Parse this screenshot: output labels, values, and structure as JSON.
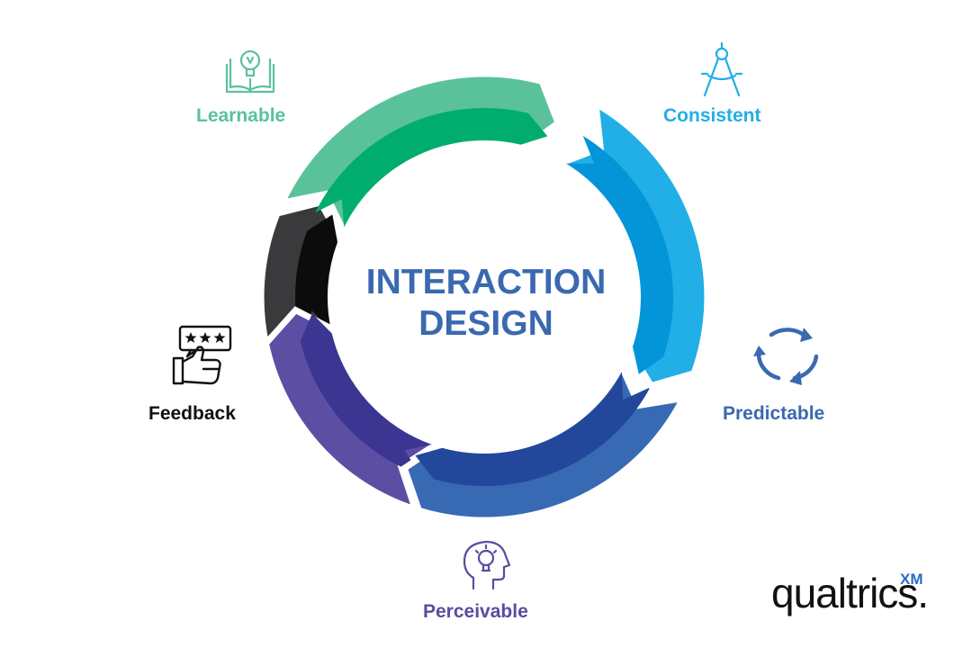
{
  "diagram": {
    "center_line1": "INTERACTION",
    "center_line2": "DESIGN",
    "center_color": "#3a69b0",
    "stages": [
      {
        "key": "learnable",
        "label": "Learnable",
        "icon": "book-lightbulb-icon",
        "color": "#5ac29b",
        "light": "#5ac29b",
        "dark": "#00ad6f"
      },
      {
        "key": "consistent",
        "label": "Consistent",
        "icon": "compass-icon",
        "color": "#22aee6",
        "light": "#22aee6",
        "dark": "#0495d8"
      },
      {
        "key": "predictable",
        "label": "Predictable",
        "icon": "cycle-arrows-icon",
        "color": "#3a69b0",
        "light": "#386ab4",
        "dark": "#23479a"
      },
      {
        "key": "perceivable",
        "label": "Perceivable",
        "icon": "head-lightbulb-icon",
        "color": "#5b4c9f",
        "light": "#5c4ea2",
        "dark": "#3c3592"
      },
      {
        "key": "feedback",
        "label": "Feedback",
        "icon": "thumbs-up-rating-icon",
        "color": "#111111",
        "light": "#3a393b",
        "dark": "#0c0c0d"
      }
    ]
  },
  "logo": {
    "text": "qualtrics.",
    "superscript": "XM",
    "color": "#111111",
    "xm_color": "#2a6cc6"
  }
}
